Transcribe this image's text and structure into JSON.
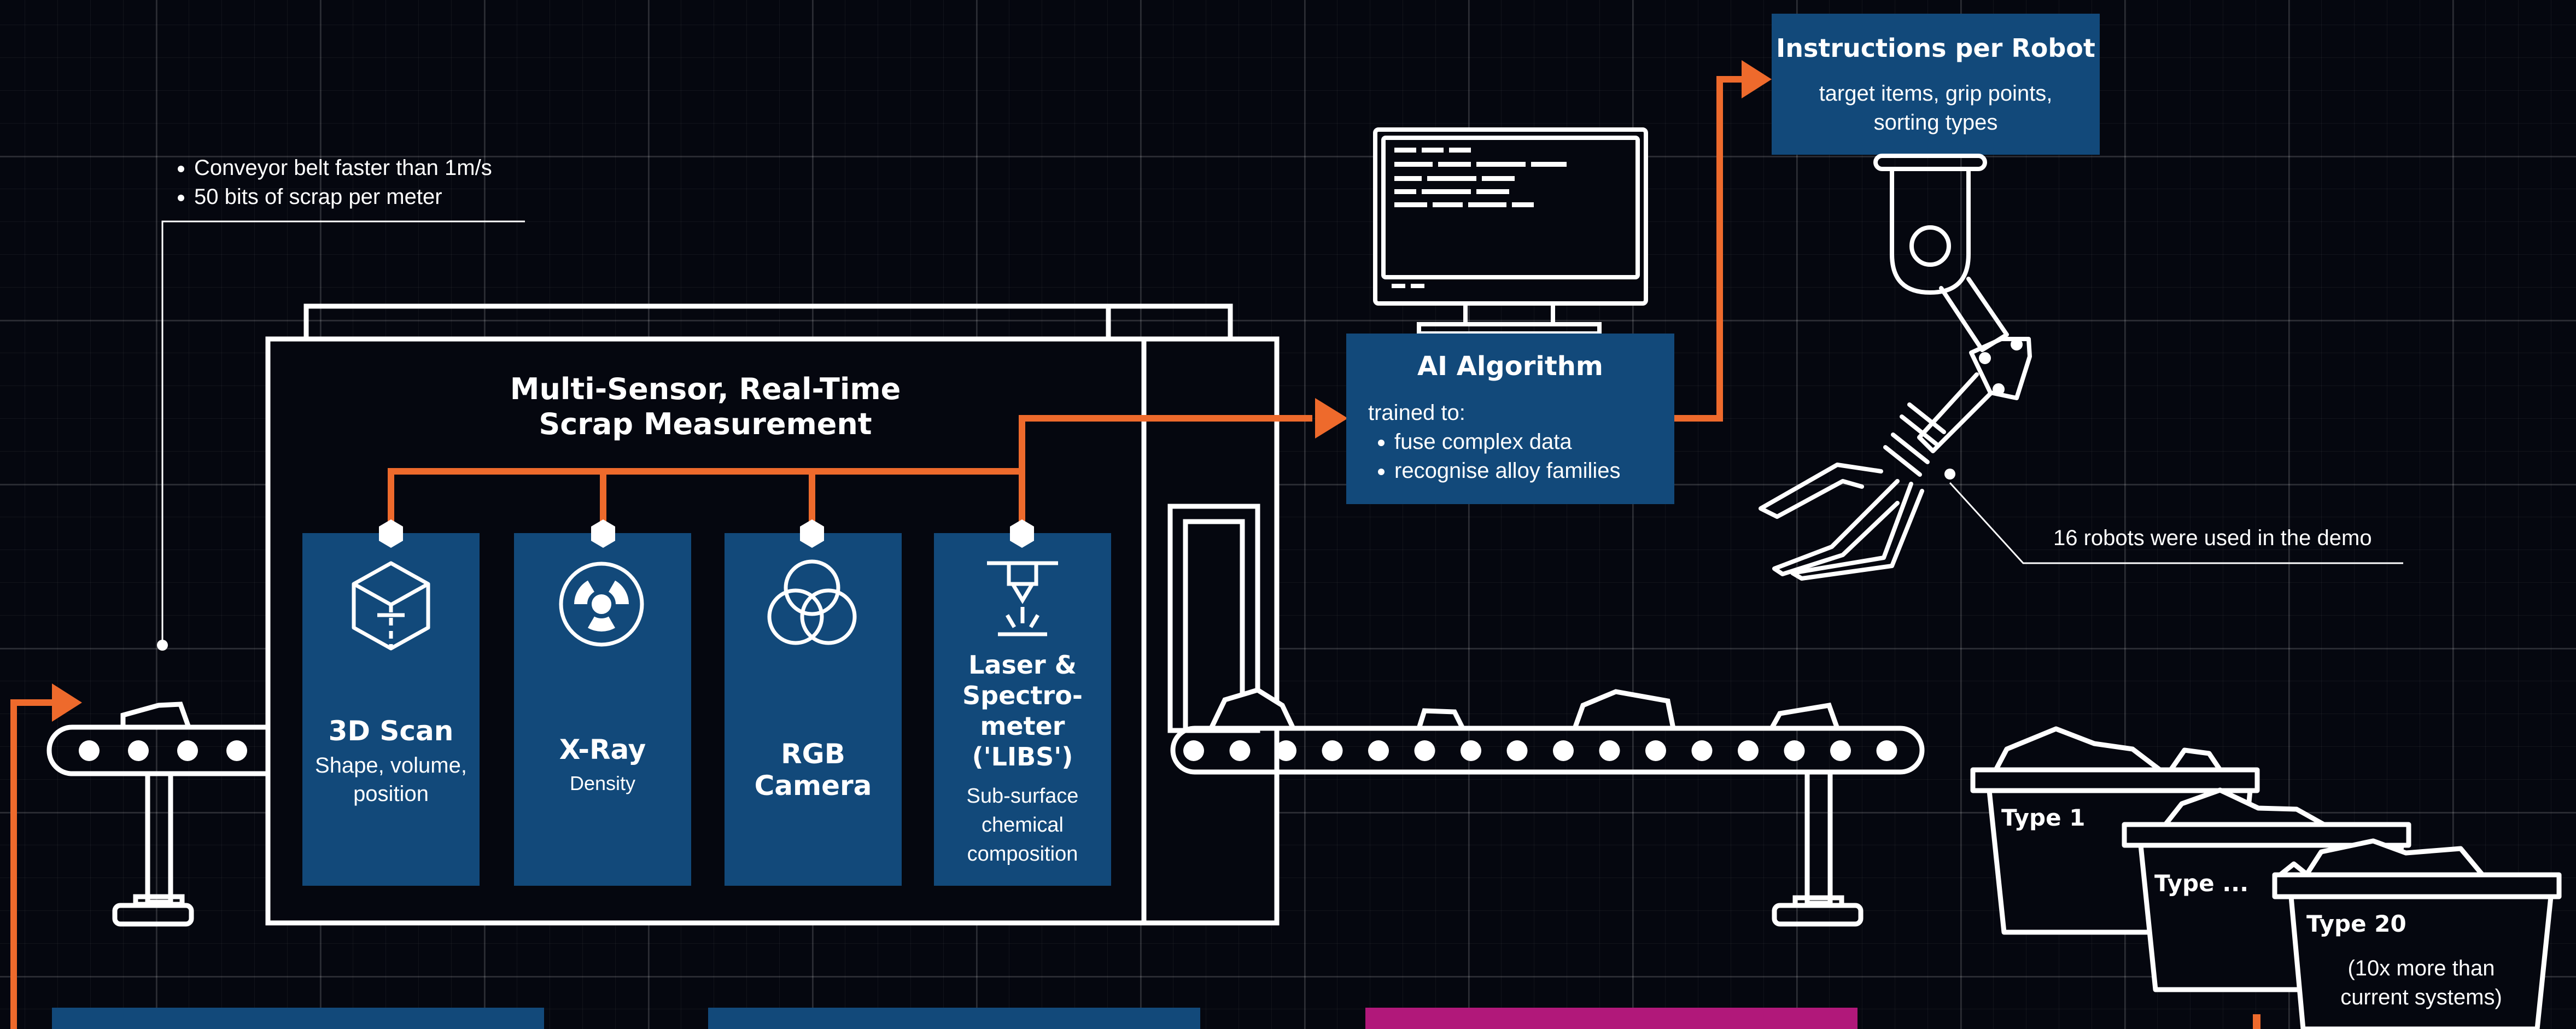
{
  "colors": {
    "background": "#05070f",
    "box_blue": "#12497a",
    "accent_orange": "#ee6a2c",
    "accent_magenta": "#b1187a",
    "line_white": "#ffffff"
  },
  "notes": {
    "conveyor": [
      "Conveyor belt faster than 1m/s",
      "50 bits of scrap per meter"
    ],
    "robots": "16 robots were used in the demo"
  },
  "measurement": {
    "title_line1": "Multi-Sensor, Real-Time",
    "title_line2": "Scrap Measurement"
  },
  "sensors": [
    {
      "icon": "cube-scan-icon",
      "title": "3D Scan",
      "desc": "Shape, volume, position"
    },
    {
      "icon": "radiation-icon",
      "title": "X-Ray",
      "desc": "Density"
    },
    {
      "icon": "rgb-circles-icon",
      "title": "RGB Camera",
      "desc": ""
    },
    {
      "icon": "laser-icon",
      "title": "Laser & Spectro-meter ('LIBS')",
      "desc": "Sub-surface chemical composition"
    }
  ],
  "algorithm": {
    "title": "AI Algorithm",
    "subtitle": "trained to:",
    "items": [
      "fuse complex data",
      "recognise alloy families"
    ]
  },
  "instructions": {
    "title": "Instructions per Robot",
    "desc": "target items, grip points, sorting types"
  },
  "bins": [
    {
      "label": "Type 1",
      "desc": ""
    },
    {
      "label": "Type ...",
      "desc": ""
    },
    {
      "label": "Type 20",
      "desc": "(10x more than current systems)"
    }
  ]
}
